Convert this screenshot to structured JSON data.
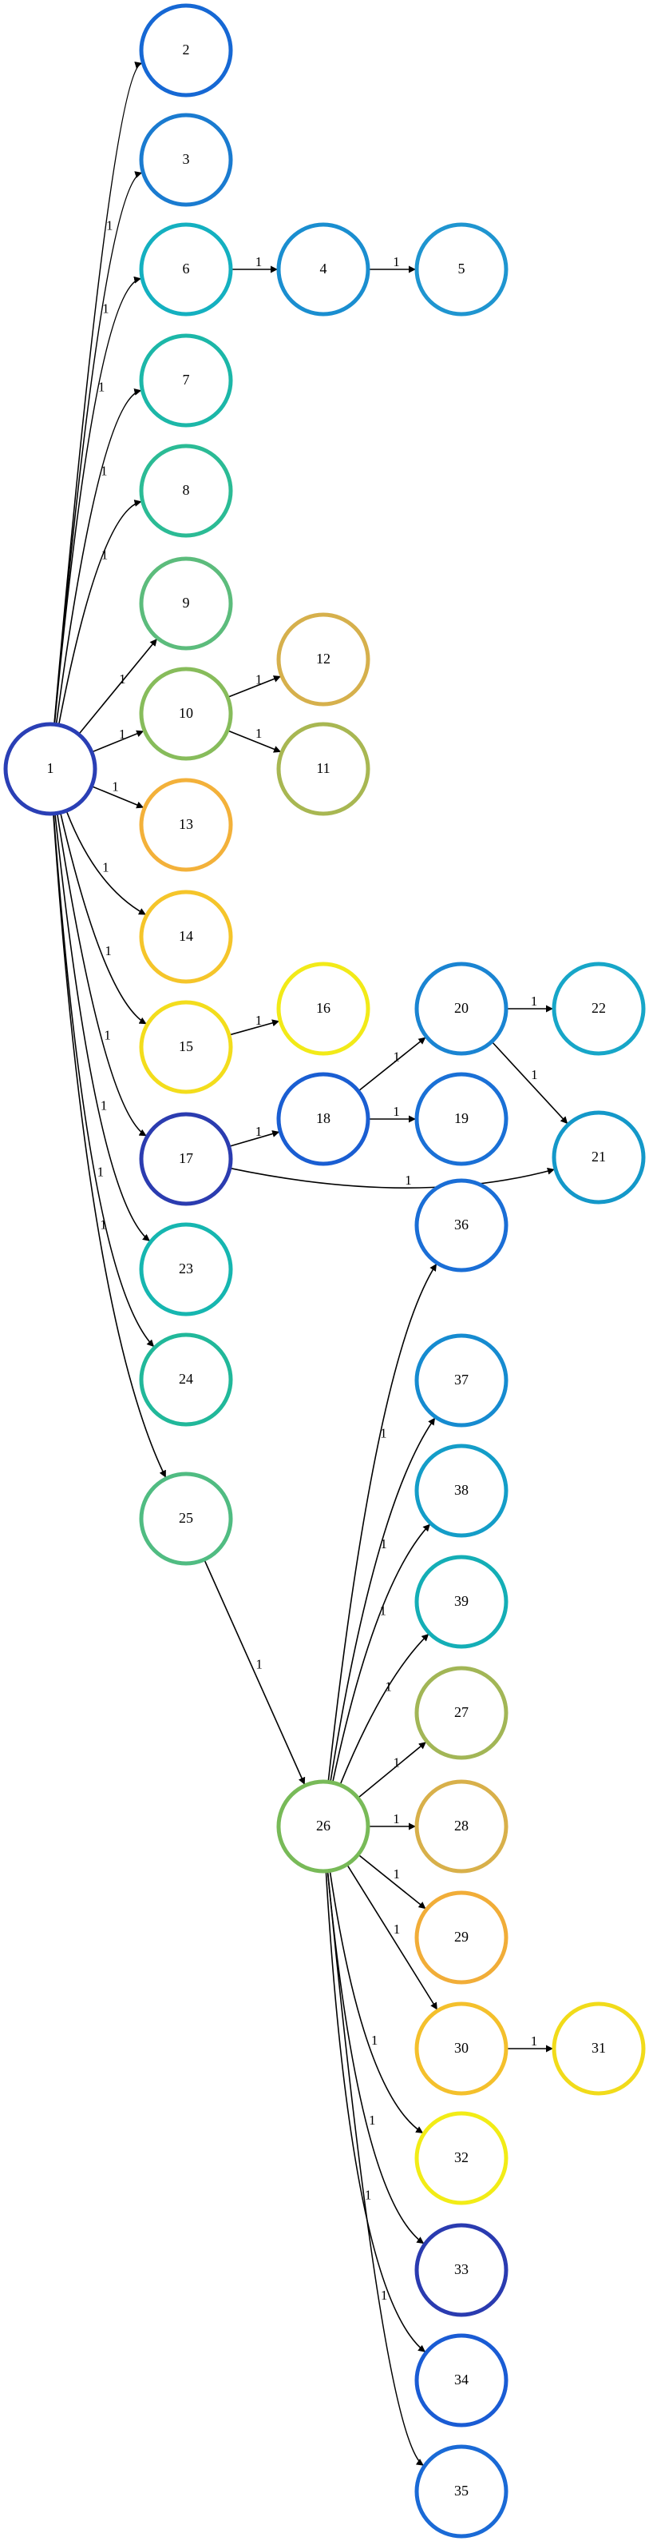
{
  "nodes": [
    {
      "id": "1",
      "label": "1",
      "color": "#2a3fb5"
    },
    {
      "id": "2",
      "label": "2",
      "color": "#1668d4"
    },
    {
      "id": "3",
      "label": "3",
      "color": "#1a7bd0"
    },
    {
      "id": "6",
      "label": "6",
      "color": "#14b0c0"
    },
    {
      "id": "4",
      "label": "4",
      "color": "#1a8ed0"
    },
    {
      "id": "5",
      "label": "5",
      "color": "#1f95d0"
    },
    {
      "id": "7",
      "label": "7",
      "color": "#1cb7a8"
    },
    {
      "id": "8",
      "label": "8",
      "color": "#2bbb95"
    },
    {
      "id": "9",
      "label": "9",
      "color": "#5cbc7c"
    },
    {
      "id": "10",
      "label": "10",
      "color": "#87bc5b"
    },
    {
      "id": "12",
      "label": "12",
      "color": "#d6b04c"
    },
    {
      "id": "11",
      "label": "11",
      "color": "#a8b752"
    },
    {
      "id": "13",
      "label": "13",
      "color": "#f3b13a"
    },
    {
      "id": "14",
      "label": "14",
      "color": "#f5c52a"
    },
    {
      "id": "15",
      "label": "15",
      "color": "#f3dd1c"
    },
    {
      "id": "16",
      "label": "16",
      "color": "#f2ea18"
    },
    {
      "id": "20",
      "label": "20",
      "color": "#1a84d2"
    },
    {
      "id": "22",
      "label": "22",
      "color": "#17a6c8"
    },
    {
      "id": "18",
      "label": "18",
      "color": "#1a5ed2"
    },
    {
      "id": "19",
      "label": "19",
      "color": "#1a70d6"
    },
    {
      "id": "17",
      "label": "17",
      "color": "#2b3cb0"
    },
    {
      "id": "21",
      "label": "21",
      "color": "#1498c9"
    },
    {
      "id": "23",
      "label": "23",
      "color": "#16b6b0"
    },
    {
      "id": "24",
      "label": "24",
      "color": "#21b89a"
    },
    {
      "id": "25",
      "label": "25",
      "color": "#50bc82"
    },
    {
      "id": "26",
      "label": "26",
      "color": "#78ba58"
    },
    {
      "id": "36",
      "label": "36",
      "color": "#1a6ed6"
    },
    {
      "id": "37",
      "label": "37",
      "color": "#168bd0"
    },
    {
      "id": "38",
      "label": "38",
      "color": "#149dc8"
    },
    {
      "id": "39",
      "label": "39",
      "color": "#14aeb6"
    },
    {
      "id": "27",
      "label": "27",
      "color": "#a2b656"
    },
    {
      "id": "28",
      "label": "28",
      "color": "#d8b04a"
    },
    {
      "id": "29",
      "label": "29",
      "color": "#f1ad38"
    },
    {
      "id": "30",
      "label": "30",
      "color": "#f4c02c"
    },
    {
      "id": "31",
      "label": "31",
      "color": "#f1db1a"
    },
    {
      "id": "32",
      "label": "32",
      "color": "#f2ec16"
    },
    {
      "id": "33",
      "label": "33",
      "color": "#2a3bb0"
    },
    {
      "id": "34",
      "label": "34",
      "color": "#1a5cd4"
    },
    {
      "id": "35",
      "label": "35",
      "color": "#1a6ad6"
    }
  ],
  "edges": [
    {
      "from": "1",
      "to": "2",
      "label": "1"
    },
    {
      "from": "1",
      "to": "3",
      "label": "1"
    },
    {
      "from": "1",
      "to": "6",
      "label": "1"
    },
    {
      "from": "6",
      "to": "4",
      "label": "1"
    },
    {
      "from": "4",
      "to": "5",
      "label": "1"
    },
    {
      "from": "1",
      "to": "7",
      "label": "1"
    },
    {
      "from": "1",
      "to": "8",
      "label": "1"
    },
    {
      "from": "1",
      "to": "9",
      "label": "1"
    },
    {
      "from": "1",
      "to": "10",
      "label": "1"
    },
    {
      "from": "10",
      "to": "12",
      "label": "1"
    },
    {
      "from": "10",
      "to": "11",
      "label": "1"
    },
    {
      "from": "1",
      "to": "13",
      "label": "1"
    },
    {
      "from": "1",
      "to": "14",
      "label": "1"
    },
    {
      "from": "1",
      "to": "15",
      "label": "1"
    },
    {
      "from": "15",
      "to": "16",
      "label": "1"
    },
    {
      "from": "1",
      "to": "17",
      "label": "1"
    },
    {
      "from": "17",
      "to": "18",
      "label": "1"
    },
    {
      "from": "18",
      "to": "20",
      "label": "1"
    },
    {
      "from": "18",
      "to": "19",
      "label": "1"
    },
    {
      "from": "20",
      "to": "22",
      "label": "1"
    },
    {
      "from": "20",
      "to": "21",
      "label": "1"
    },
    {
      "from": "17",
      "to": "21",
      "label": "1"
    },
    {
      "from": "1",
      "to": "23",
      "label": "1"
    },
    {
      "from": "1",
      "to": "24",
      "label": "1"
    },
    {
      "from": "1",
      "to": "25",
      "label": "1"
    },
    {
      "from": "25",
      "to": "26",
      "label": "1"
    },
    {
      "from": "26",
      "to": "36",
      "label": "1"
    },
    {
      "from": "26",
      "to": "37",
      "label": "1"
    },
    {
      "from": "26",
      "to": "38",
      "label": "1"
    },
    {
      "from": "26",
      "to": "39",
      "label": "1"
    },
    {
      "from": "26",
      "to": "27",
      "label": "1"
    },
    {
      "from": "26",
      "to": "28",
      "label": "1"
    },
    {
      "from": "26",
      "to": "29",
      "label": "1"
    },
    {
      "from": "26",
      "to": "30",
      "label": "1"
    },
    {
      "from": "30",
      "to": "31",
      "label": "1"
    },
    {
      "from": "26",
      "to": "32",
      "label": "1"
    },
    {
      "from": "26",
      "to": "33",
      "label": "1"
    },
    {
      "from": "26",
      "to": "34",
      "label": "1"
    },
    {
      "from": "26",
      "to": "35",
      "label": "1"
    }
  ]
}
